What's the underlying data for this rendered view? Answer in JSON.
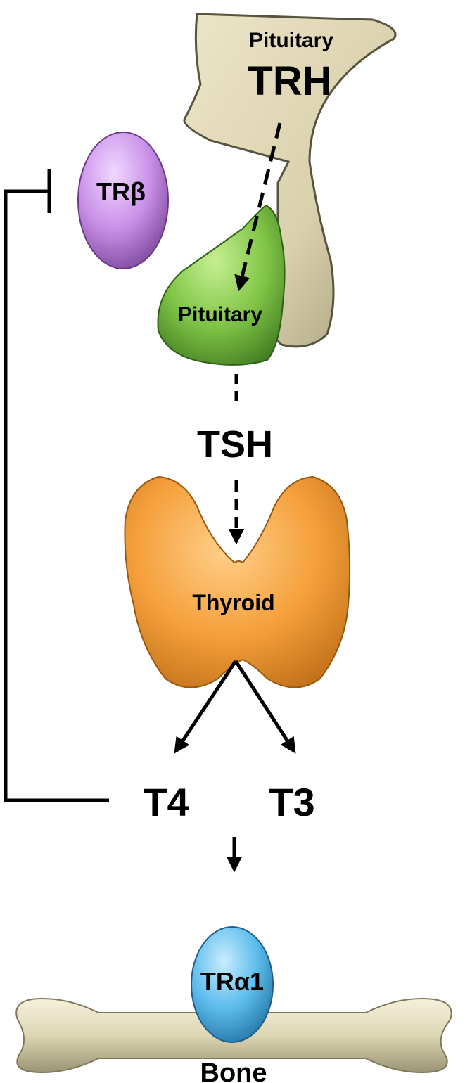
{
  "labels": {
    "hypothalamus_name": "Pituitary",
    "hypothalamus_hormone": "TRH",
    "receptor_beta": "TRβ",
    "pituitary_name": "Pituitary",
    "pituitary_hormone": "TSH",
    "thyroid_name": "Thyroid",
    "hormone_t4": "T4",
    "hormone_t3": "T3",
    "receptor_alpha": "TRα1",
    "bone_name": "Bone"
  },
  "colors": {
    "hypothalamus": "#d9d0ad",
    "receptor_beta": "#c98fe8",
    "pituitary": "#7fc446",
    "thyroid": "#f5a03c",
    "receptor_alpha": "#5cbcec",
    "bone": "#ddd6b4",
    "lines": "#000000"
  }
}
